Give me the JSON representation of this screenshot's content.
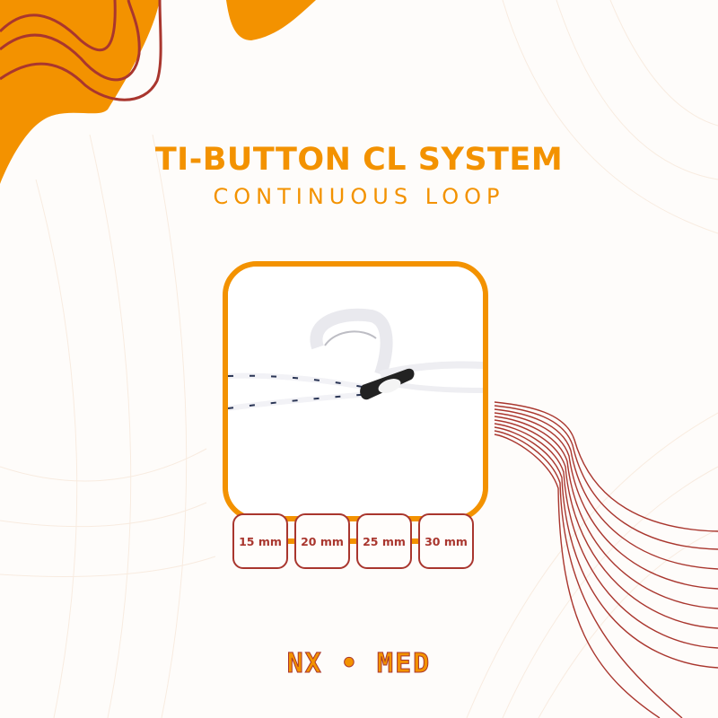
{
  "header": {
    "title": "TI-BUTTON CL SYSTEM",
    "subtitle": "CONTINUOUS LOOP"
  },
  "product": {
    "image_alt": "Continuous loop suture with titanium button"
  },
  "sizes": [
    {
      "label": "15 mm"
    },
    {
      "label": "20 mm"
    },
    {
      "label": "25 mm"
    },
    {
      "label": "30 mm"
    }
  ],
  "brand": {
    "logo": "NX • MED"
  },
  "colors": {
    "accent": "#f39200",
    "secondary": "#a9362e",
    "background": "#fefcfa"
  }
}
